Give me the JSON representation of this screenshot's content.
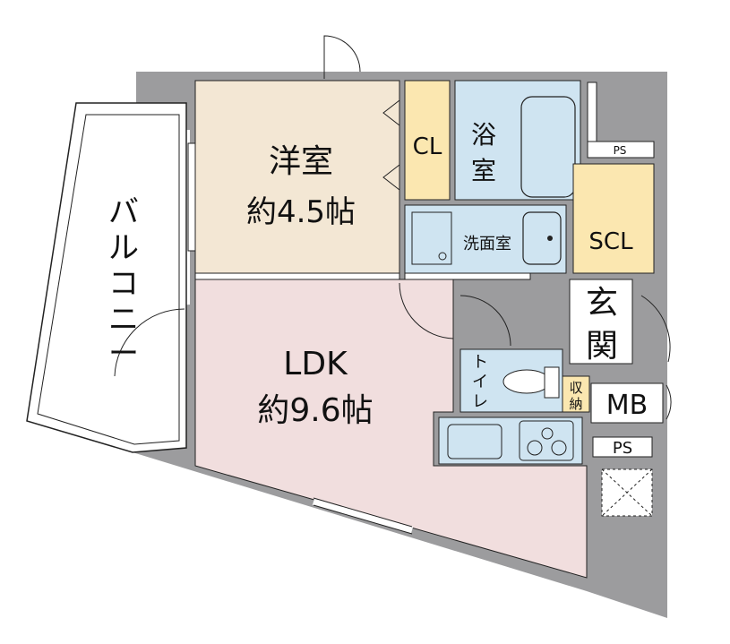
{
  "rooms": {
    "western_room": {
      "name": "洋室",
      "size": "約4.5帖"
    },
    "closet": "CL",
    "bathroom": {
      "line1": "浴",
      "line2": "室"
    },
    "washroom": "洗面室",
    "shoe_closet": "SCL",
    "entrance": {
      "line1": "玄",
      "line2": "関"
    },
    "ldk": {
      "name": "LDK",
      "size": "約9.6帖"
    },
    "toilet": {
      "line1": "ト",
      "line2": "イ",
      "line3": "レ"
    },
    "storage": {
      "line1": "収",
      "line2": "納"
    },
    "meter_box": "MB",
    "pipe_space_top": "PS",
    "pipe_space_bottom": "PS",
    "balcony": {
      "c1": "バ",
      "c2": "ル",
      "c3": "コ",
      "c4": "ニ",
      "c5": "ー"
    }
  },
  "colors": {
    "wall": "#9c9c9e",
    "western_room": "#f3e7d4",
    "closet": "#fbe7b0",
    "bathroom": "#cfe4f1",
    "ldk": "#f1dede",
    "outline": "#222222"
  }
}
